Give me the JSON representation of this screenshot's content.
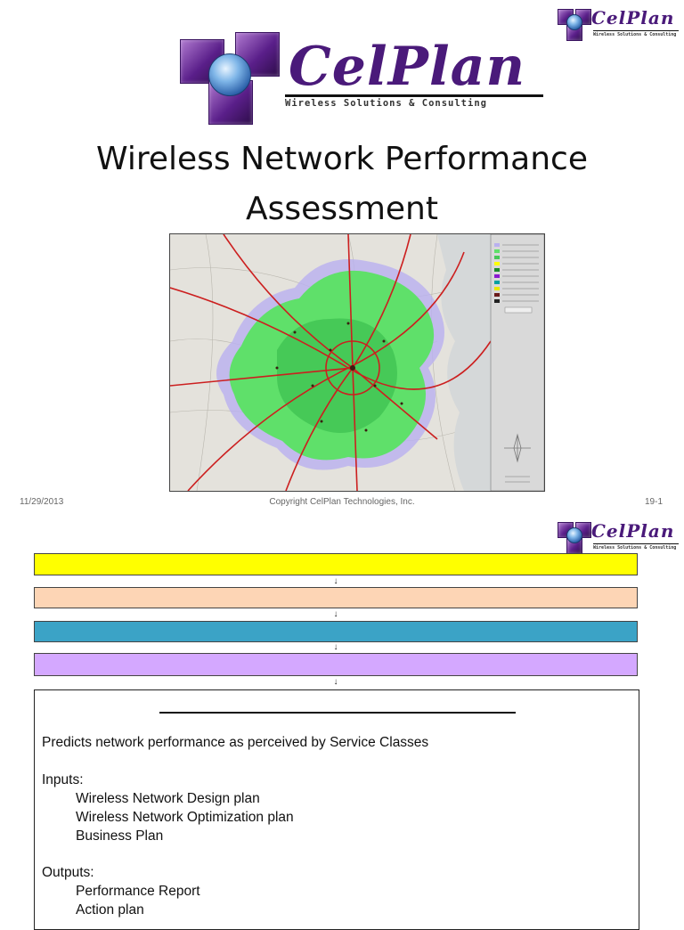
{
  "slide1": {
    "logo_large": {
      "wordmark": "CelPlan",
      "tagline": "Wireless Solutions & Consulting"
    },
    "logo_small": {
      "wordmark": "CelPlan",
      "tagline": "Wireless Solutions & Consulting"
    },
    "title_line1": "Wireless Network Performance",
    "title_line2": "Assessment",
    "footer": {
      "date": "11/29/2013",
      "copyright": "Copyright CelPlan Technologies, Inc.",
      "page": "19-1"
    }
  },
  "slide2": {
    "logo_small": {
      "wordmark": "CelPlan",
      "tagline": "Wireless Solutions & Consulting"
    },
    "bar_colors": [
      "#ffff00",
      "#fdd5b5",
      "#3ba3c6",
      "#d4a8ff"
    ],
    "description": "Predicts network performance as perceived by Service Classes",
    "inputs_label": "Inputs:",
    "inputs": [
      "Wireless Network Design plan",
      "Wireless Network Optimization plan",
      "Business Plan"
    ],
    "outputs_label": "Outputs:",
    "outputs": [
      "Performance Report",
      "Action plan"
    ]
  }
}
